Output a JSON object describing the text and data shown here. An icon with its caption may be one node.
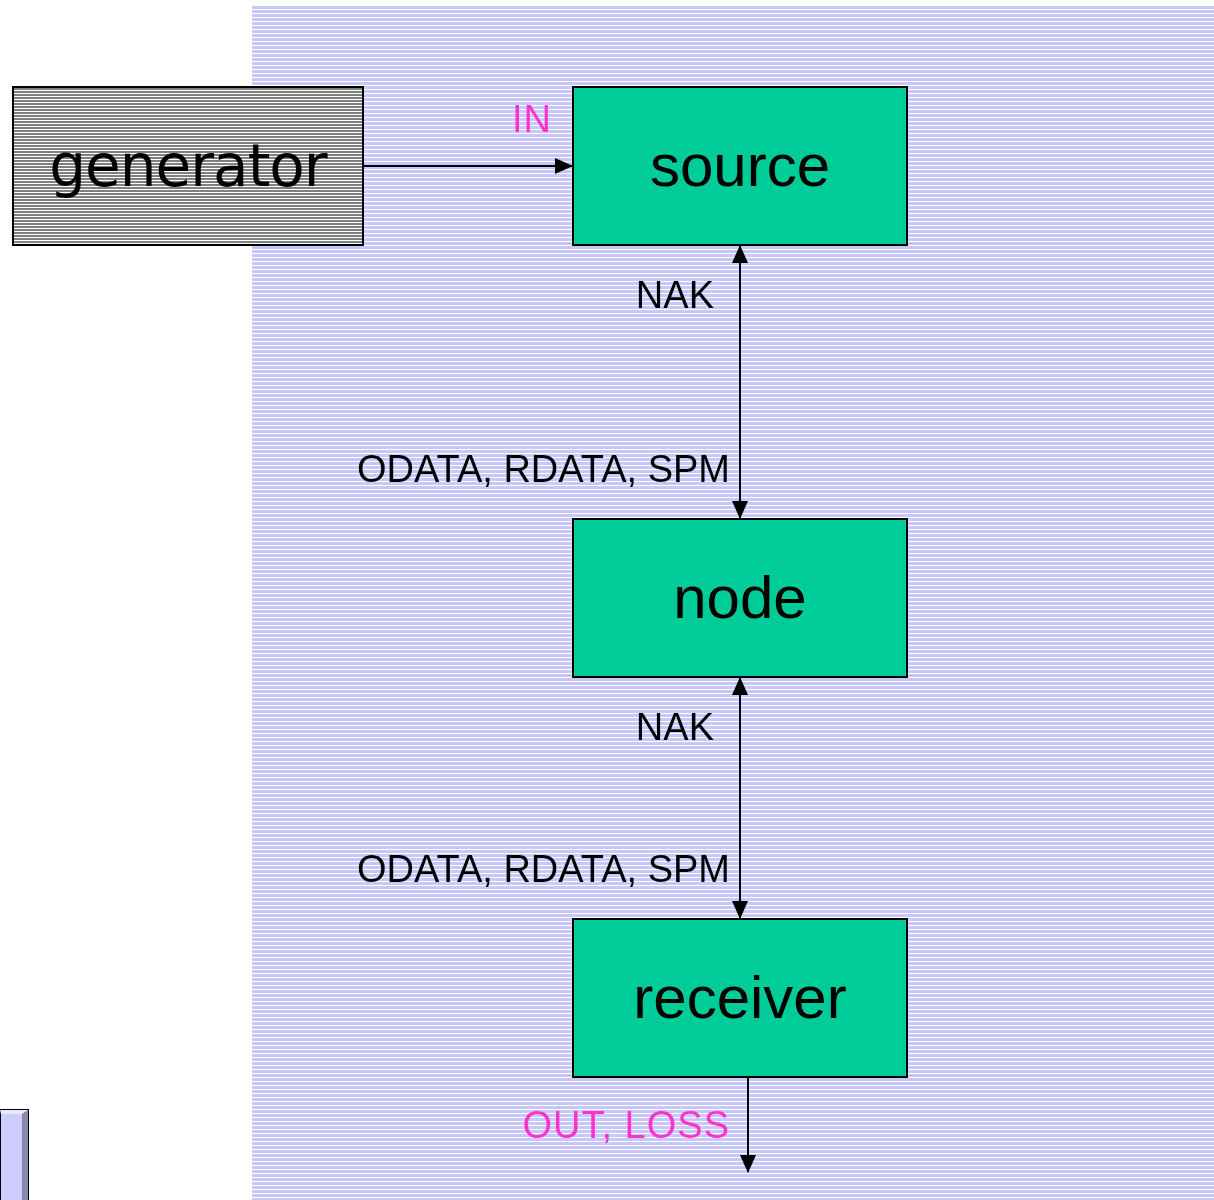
{
  "diagram": {
    "nodes": [
      {
        "text": [
          "generator"
        ]
      },
      {
        "text": [
          "source"
        ]
      },
      {
        "text": [
          "node"
        ]
      },
      {
        "text": [
          "receiver"
        ]
      },
      {
        "text": [],
        "shape": "box"
      }
    ],
    "edges": [
      {
        "from": 0,
        "to": 1,
        "arrow": "to",
        "label": "IN"
      },
      {
        "from": 1,
        "to": 2,
        "arrow": "both"
      },
      {
        "from": 2,
        "to": 3,
        "arrow": "both"
      },
      {
        "from": 3,
        "to": null,
        "arrow": "to",
        "label": "OUT, LOSS"
      }
    ],
    "labels": [
      "NAK",
      "ODATA, RDATA, SPM",
      "NAK",
      "ODATA, RDATA, SPM"
    ]
  }
}
